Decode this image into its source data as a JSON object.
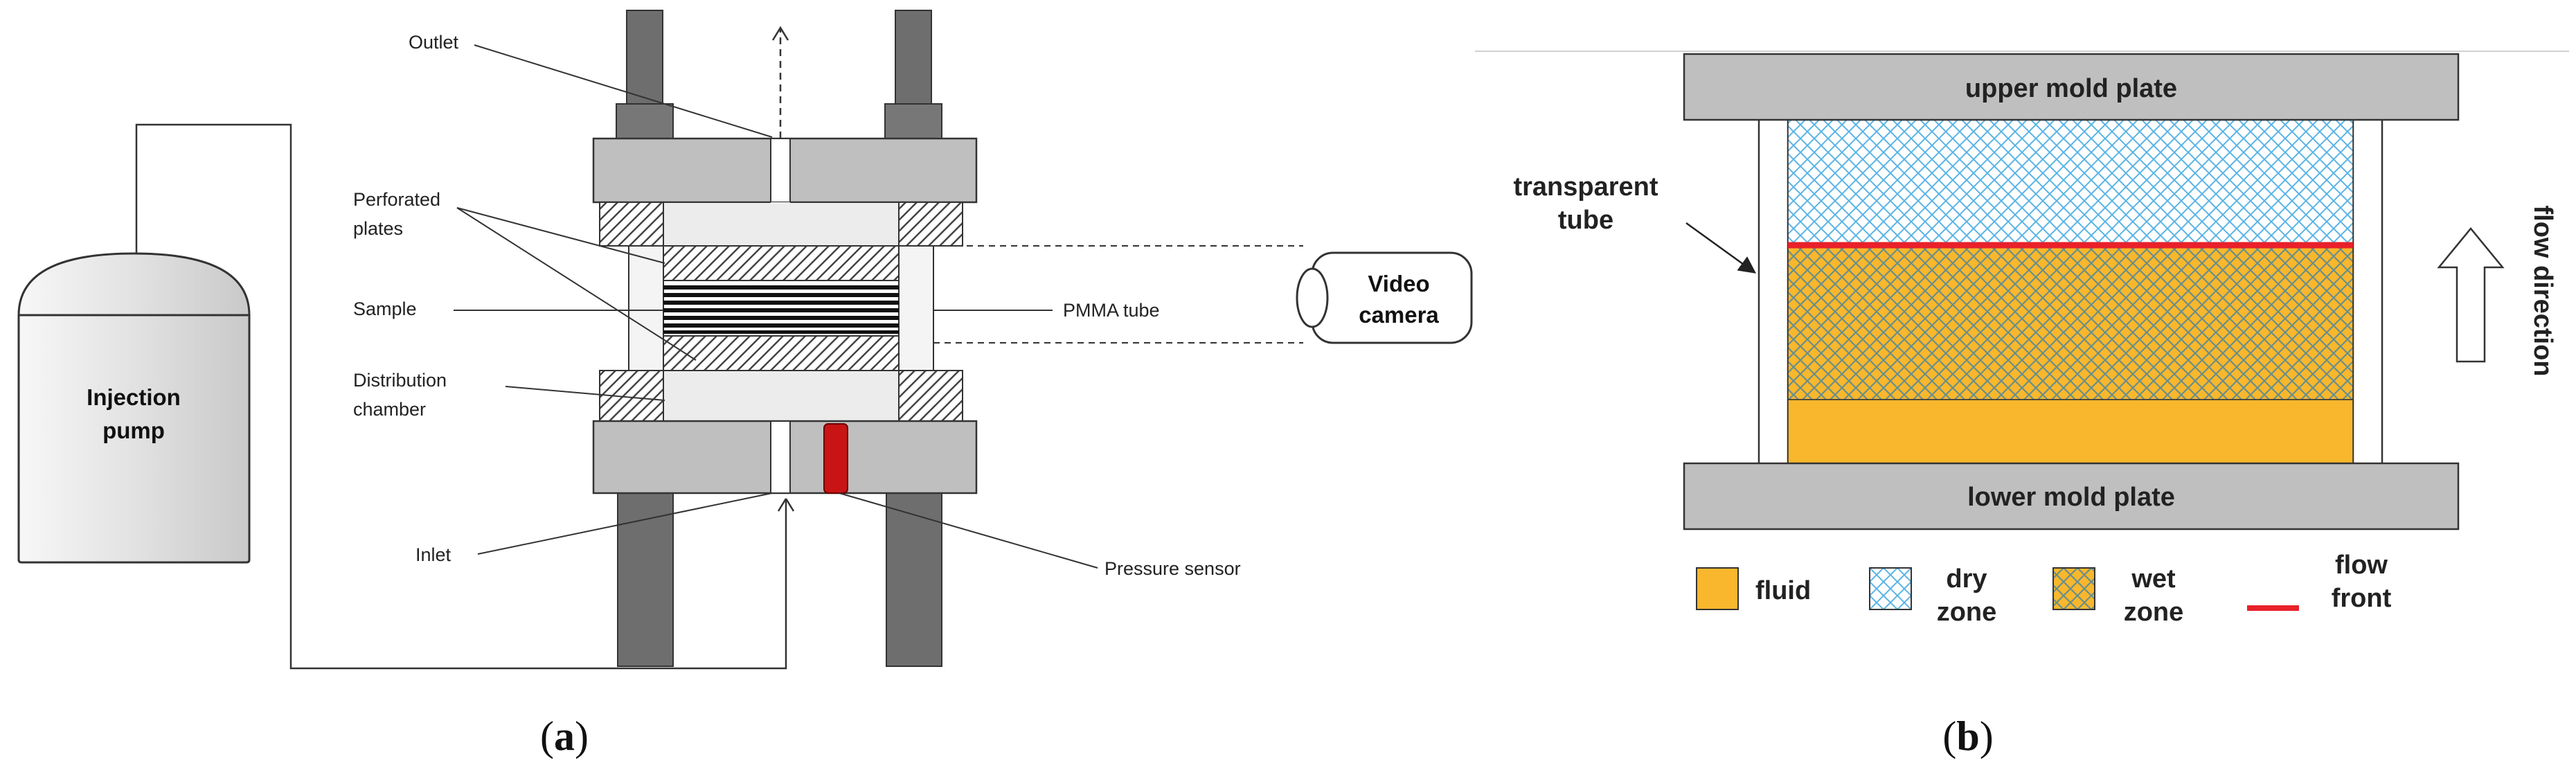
{
  "panel_a": {
    "pump_label": [
      "Injection",
      "pump"
    ],
    "outlet": "Outlet",
    "perforated_plates": [
      "Perforated",
      "plates"
    ],
    "sample": "Sample",
    "distribution_chamber": [
      "Distribution",
      "chamber"
    ],
    "inlet": "Inlet",
    "pmma_tube": "PMMA tube",
    "pressure_sensor": "Pressure sensor",
    "video_camera": [
      "Video",
      "camera"
    ],
    "caption_open": "(",
    "caption_letter": "a",
    "caption_close": ")"
  },
  "panel_b": {
    "upper_plate": "upper mold plate",
    "lower_plate": "lower mold plate",
    "transparent_tube": [
      "transparent",
      "tube"
    ],
    "flow_direction": "flow direction",
    "legend": {
      "fluid": "fluid",
      "dry_zone": [
        "dry",
        "zone"
      ],
      "wet_zone": [
        "wet",
        "zone"
      ],
      "flow_front": [
        "flow",
        "front"
      ]
    },
    "caption_open": "(",
    "caption_letter": "b",
    "caption_close": ")"
  },
  "colors": {
    "fluid": "#F8B72C",
    "dry_mesh": "#5AB4E6",
    "wet_mesh": "#6A8F8A",
    "flow_front": "#E8212A",
    "plate_grey": "#BFBFBF",
    "rod_grey": "#6E6E6E",
    "sensor_red": "#C81414"
  }
}
